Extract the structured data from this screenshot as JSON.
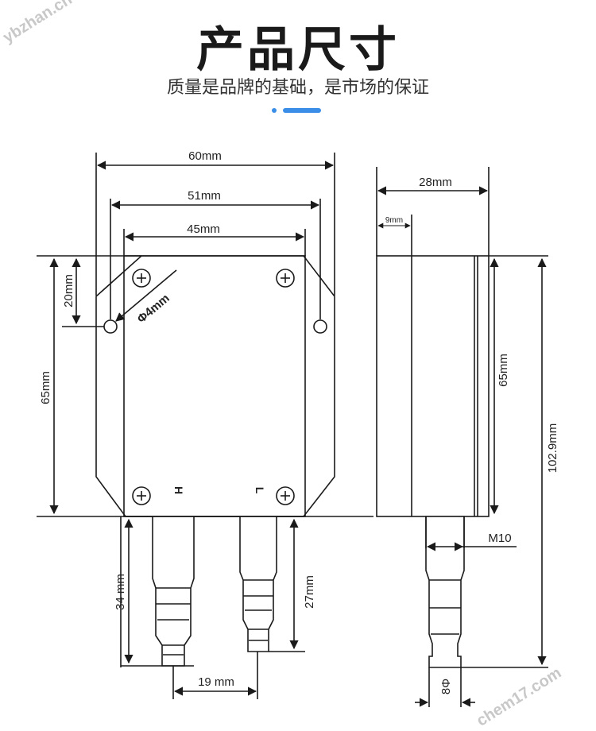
{
  "header": {
    "title": "产品尺寸",
    "subtitle": "质量是品牌的基础，是市场的保证"
  },
  "watermark": {
    "text_top": "ybzhan.cn chem17.com",
    "text_bottom": "chem17.com"
  },
  "front_view": {
    "dim_width_total": "60mm",
    "dim_hole_spacing": "51mm",
    "dim_screw_spacing": "45mm",
    "dim_height": "65mm",
    "dim_hole_offset": "20mm",
    "dim_hole_diameter": "Φ4mm",
    "port_high_label": "H",
    "port_low_label": "L",
    "dim_port_high_length": "34 mm",
    "dim_port_low_length": "27mm",
    "dim_port_spacing": "19 mm"
  },
  "side_view": {
    "dim_depth": "28mm",
    "dim_cover_depth": "9mm",
    "dim_body_height": "65mm",
    "dim_total_height": "102.9mm",
    "dim_thread": "M10",
    "dim_hose": "8Φ"
  },
  "colors": {
    "accent": "#3b8ee8",
    "line": "#1a1a1a",
    "body_fill": "#ffffff"
  }
}
